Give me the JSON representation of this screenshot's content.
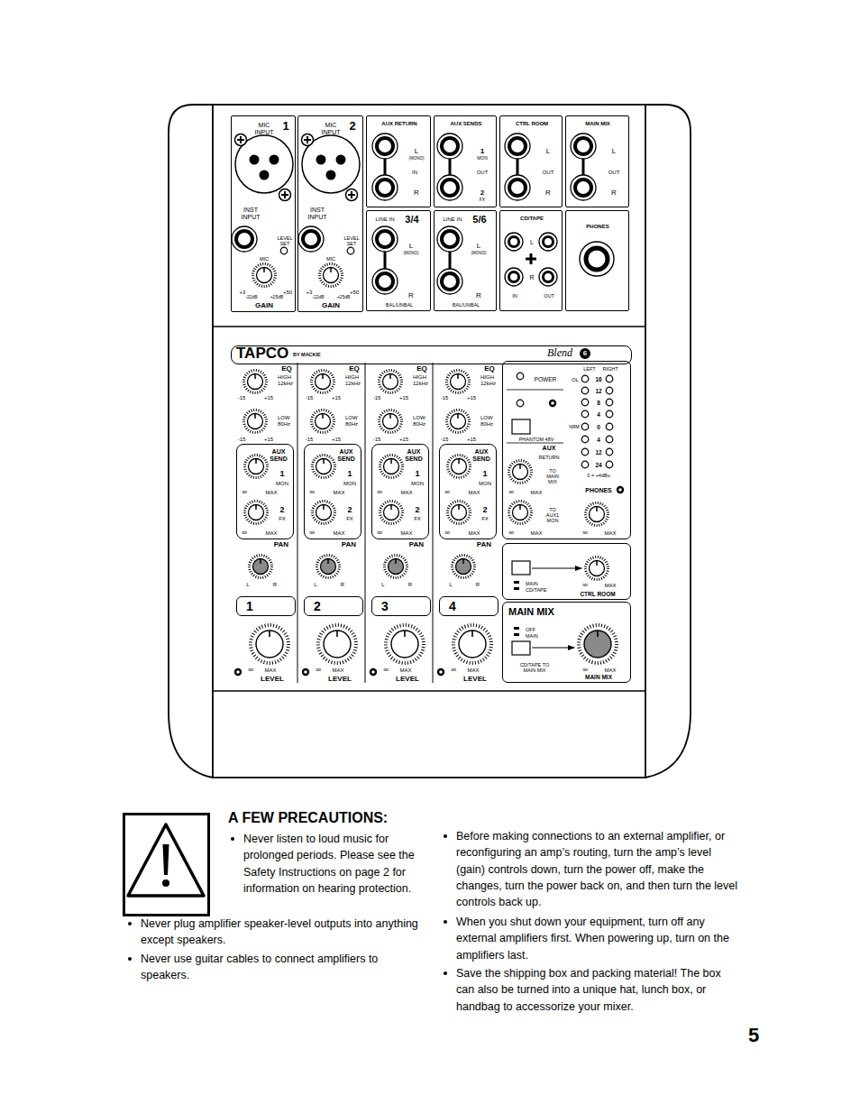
{
  "diagram": {
    "nodes": [
      {
        "text": [
          "MIC INPUT",
          "1",
          "INST INPUT",
          "LEVEL SET",
          "MIC",
          "+3",
          "+50",
          "-22dB",
          "+25dB",
          "GAIN"
        ]
      },
      {
        "text": [
          "MIC INPUT",
          "2",
          "INST INPUT",
          "LEVEL SET",
          "MIC",
          "+3",
          "+50",
          "-22dB",
          "+25dB",
          "GAIN"
        ]
      },
      {
        "text": [
          "AUX RETURN",
          "L",
          "(MONO)",
          "IN",
          "R"
        ]
      },
      {
        "text": [
          "AUX SENDS",
          "1",
          "MON",
          "OUT",
          "2",
          "FX"
        ]
      },
      {
        "text": [
          "CTRL ROOM",
          "L",
          "OUT",
          "R"
        ]
      },
      {
        "text": [
          "MAIN MIX",
          "L",
          "OUT",
          "R"
        ]
      },
      {
        "text": [
          "LINE IN",
          "3/4",
          "L",
          "(MONO)",
          "R",
          "BAL/UNBAL"
        ]
      },
      {
        "text": [
          "LINE IN",
          "5/6",
          "L",
          "(MONO)",
          "R",
          "BAL/UNBAL"
        ]
      },
      {
        "text": [
          "CD/TAPE",
          "L",
          "R",
          "IN",
          "OUT"
        ]
      },
      {
        "text": [
          "PHONES"
        ]
      },
      {
        "text": [
          "TAPCO",
          "BY MACKIE",
          "Blend",
          "6"
        ]
      },
      {
        "text": [
          "AUX SEND",
          "1",
          "MON",
          "∞",
          "MAX",
          "2",
          "FX",
          "∞",
          "MAX"
        ]
      },
      {
        "text": [
          "AUX SEND",
          "1",
          "MON",
          "∞",
          "MAX",
          "2",
          "FX",
          "∞",
          "MAX"
        ]
      },
      {
        "text": [
          "AUX SEND",
          "1",
          "MON",
          "∞",
          "MAX",
          "2",
          "FX",
          "∞",
          "MAX"
        ]
      },
      {
        "text": [
          "AUX SEND",
          "1",
          "MON",
          "∞",
          "MAX",
          "2",
          "FX",
          "∞",
          "MAX"
        ]
      },
      {
        "text": [
          "1"
        ]
      },
      {
        "text": [
          "2"
        ]
      },
      {
        "text": [
          "3"
        ]
      },
      {
        "text": [
          "4"
        ]
      },
      {
        "text": [
          "POWER",
          "PHANTOM 48V",
          "LEFT",
          "RIGHT",
          "OL",
          "16",
          "12",
          "8",
          "4",
          "NRM",
          "0",
          "4",
          "12",
          "24",
          "0 = +4dBu",
          "AUX",
          "RETURN",
          "TO MAIN MIX",
          "∞",
          "MAX",
          "TO AUX1 MON",
          "∞",
          "MAX",
          "PHONES",
          "∞",
          "MAX"
        ]
      },
      {
        "text": [
          "MAIN",
          "CD/TAPE",
          "∞",
          "MAX",
          "CTRL ROOM"
        ]
      },
      {
        "text": [
          "MAIN MIX",
          "OFF",
          "MAIN",
          "CD/TAPE TO MAIN MIX",
          "∞",
          "MAX",
          "MAIN MIX"
        ]
      }
    ],
    "labels": [
      "EQ",
      "HIGH 12kHz",
      "-15",
      "+15",
      "LOW 80Hz",
      "-15",
      "+15",
      "PAN",
      "L",
      "R",
      "∞",
      "MAX",
      "LEVEL",
      "EQ",
      "HIGH 12kHz",
      "-15",
      "+15",
      "LOW 80Hz",
      "-15",
      "+15",
      "PAN",
      "L",
      "R",
      "∞",
      "MAX",
      "LEVEL",
      "EQ",
      "HIGH 12kHz",
      "-15",
      "+15",
      "LOW 80Hz",
      "-15",
      "+15",
      "PAN",
      "L",
      "R",
      "∞",
      "MAX",
      "LEVEL",
      "EQ",
      "HIGH 12kHz",
      "-15",
      "+15",
      "LOW 80Hz",
      "-15",
      "+15",
      "PAN",
      "L",
      "R",
      "∞",
      "MAX",
      "LEVEL",
      "A FEW PRECAUTIONS:",
      "Never listen to loud music for prolonged periods. Please see the Safety Instructions on page 2 for information on hearing protection.",
      "Never plug amplifier speaker-level outputs into anything except speakers.",
      "Never use guitar cables to connect amplifiers to speakers.",
      "Before making connections to an external amplifier, or reconfiguring an amp’s routing, turn the amp’s level (gain) controls down, turn the power off, make the changes, turn the power back on, and then turn the level controls back up.",
      "When you shut down your equipment, turn off any external amplifiers first. When powering up, turn on the amplifiers last.",
      "Save the shipping box and packing material! The box can also be turned into a unique hat, lunch box, or handbag to accessorize your mixer.",
      "5"
    ]
  }
}
